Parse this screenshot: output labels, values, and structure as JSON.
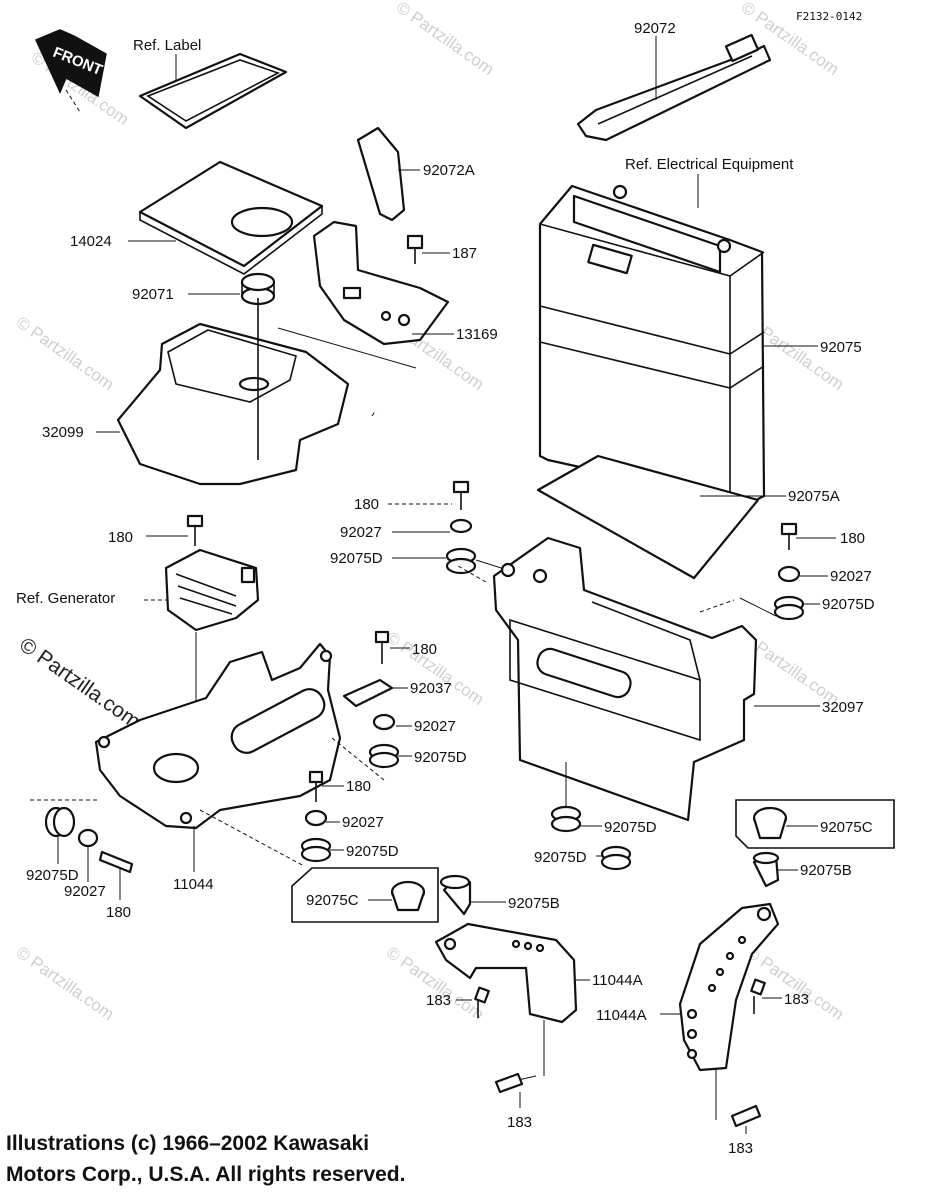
{
  "diagram_code": "F2132-0142",
  "front_label": "FRONT",
  "watermark": "© Partzilla.com",
  "refs": {
    "label": "Ref. Label",
    "electrical": "Ref. Electrical Equipment",
    "generator": "Ref. Generator"
  },
  "part_numbers": {
    "p92072": "92072",
    "p92072A": "92072A",
    "p187": "187",
    "p14024": "14024",
    "p92071": "92071",
    "p13169": "13169",
    "p32099": "32099",
    "p92075": "92075",
    "p180_top": "180",
    "p92027_top": "92027",
    "p92075D_top": "92075D",
    "p92075A": "92075A",
    "p180_r": "180",
    "p92027_r": "92027",
    "p92075D_r": "92075D",
    "p180_gen": "180",
    "p180_m1": "180",
    "p92037": "92037",
    "p92027_m1": "92027",
    "p92075D_m1": "92075D",
    "p32097": "32097",
    "p180_m2": "180",
    "p92027_m2": "92027",
    "p92075D_m2": "92075D",
    "p92075D_box1": "92075D",
    "p92075D_box2": "92075D",
    "p92075C_r": "92075C",
    "p92075D_bl": "92075D",
    "p92027_bl": "92027",
    "p180_bl": "180",
    "p11044": "11044",
    "p92075C_l": "92075C",
    "p92075B_c": "92075B",
    "p92075B_r": "92075B",
    "p11044A_c": "11044A",
    "p11044A_r": "11044A",
    "p183_c1": "183",
    "p183_c2": "183",
    "p183_r1": "183",
    "p183_r2": "183"
  },
  "copyright": {
    "line1": "Illustrations (c) 1966–2002 Kawasaki",
    "line2": "Motors Corp., U.S.A.  All rights reserved."
  }
}
